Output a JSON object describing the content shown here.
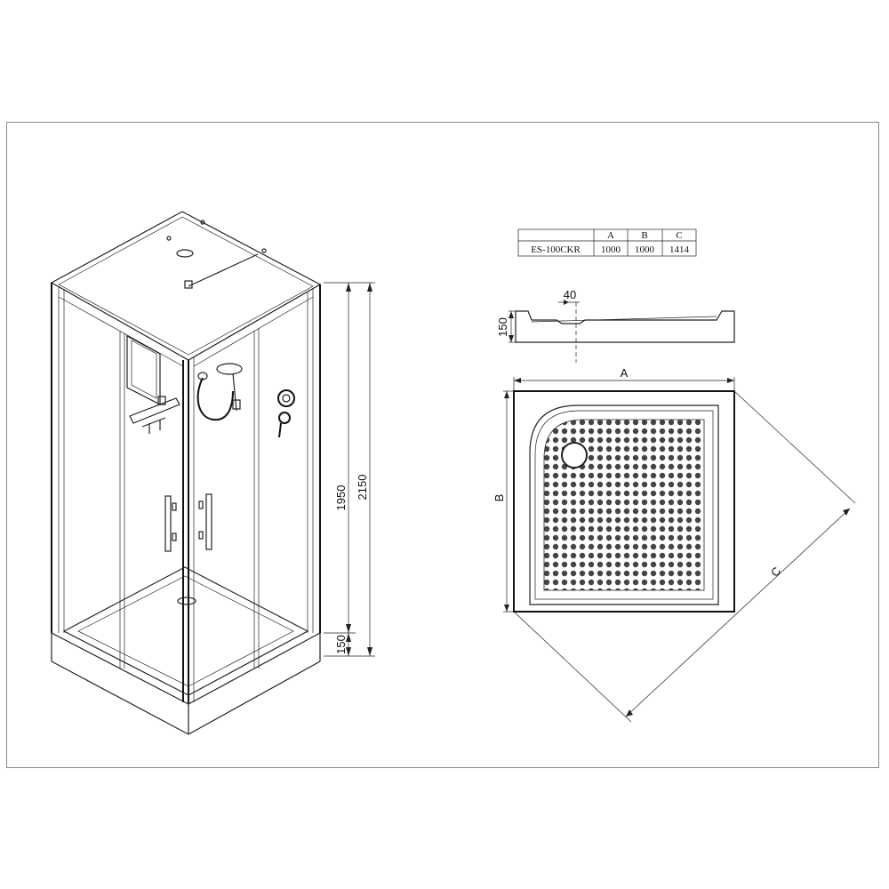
{
  "spec_table": {
    "headers": [
      "",
      "A",
      "B",
      "C"
    ],
    "rows": [
      [
        "ES-100CKR",
        "1000",
        "1000",
        "1414"
      ]
    ]
  },
  "dimensions": {
    "total_height": "2150",
    "cabin_height": "1950",
    "tray_height": "150",
    "tray_profile_height": "150",
    "drain_depth": "40",
    "width_label": "A",
    "depth_label": "B",
    "diagonal_label": "C"
  },
  "colors": {
    "line": "#222222",
    "frame": "#888888"
  }
}
